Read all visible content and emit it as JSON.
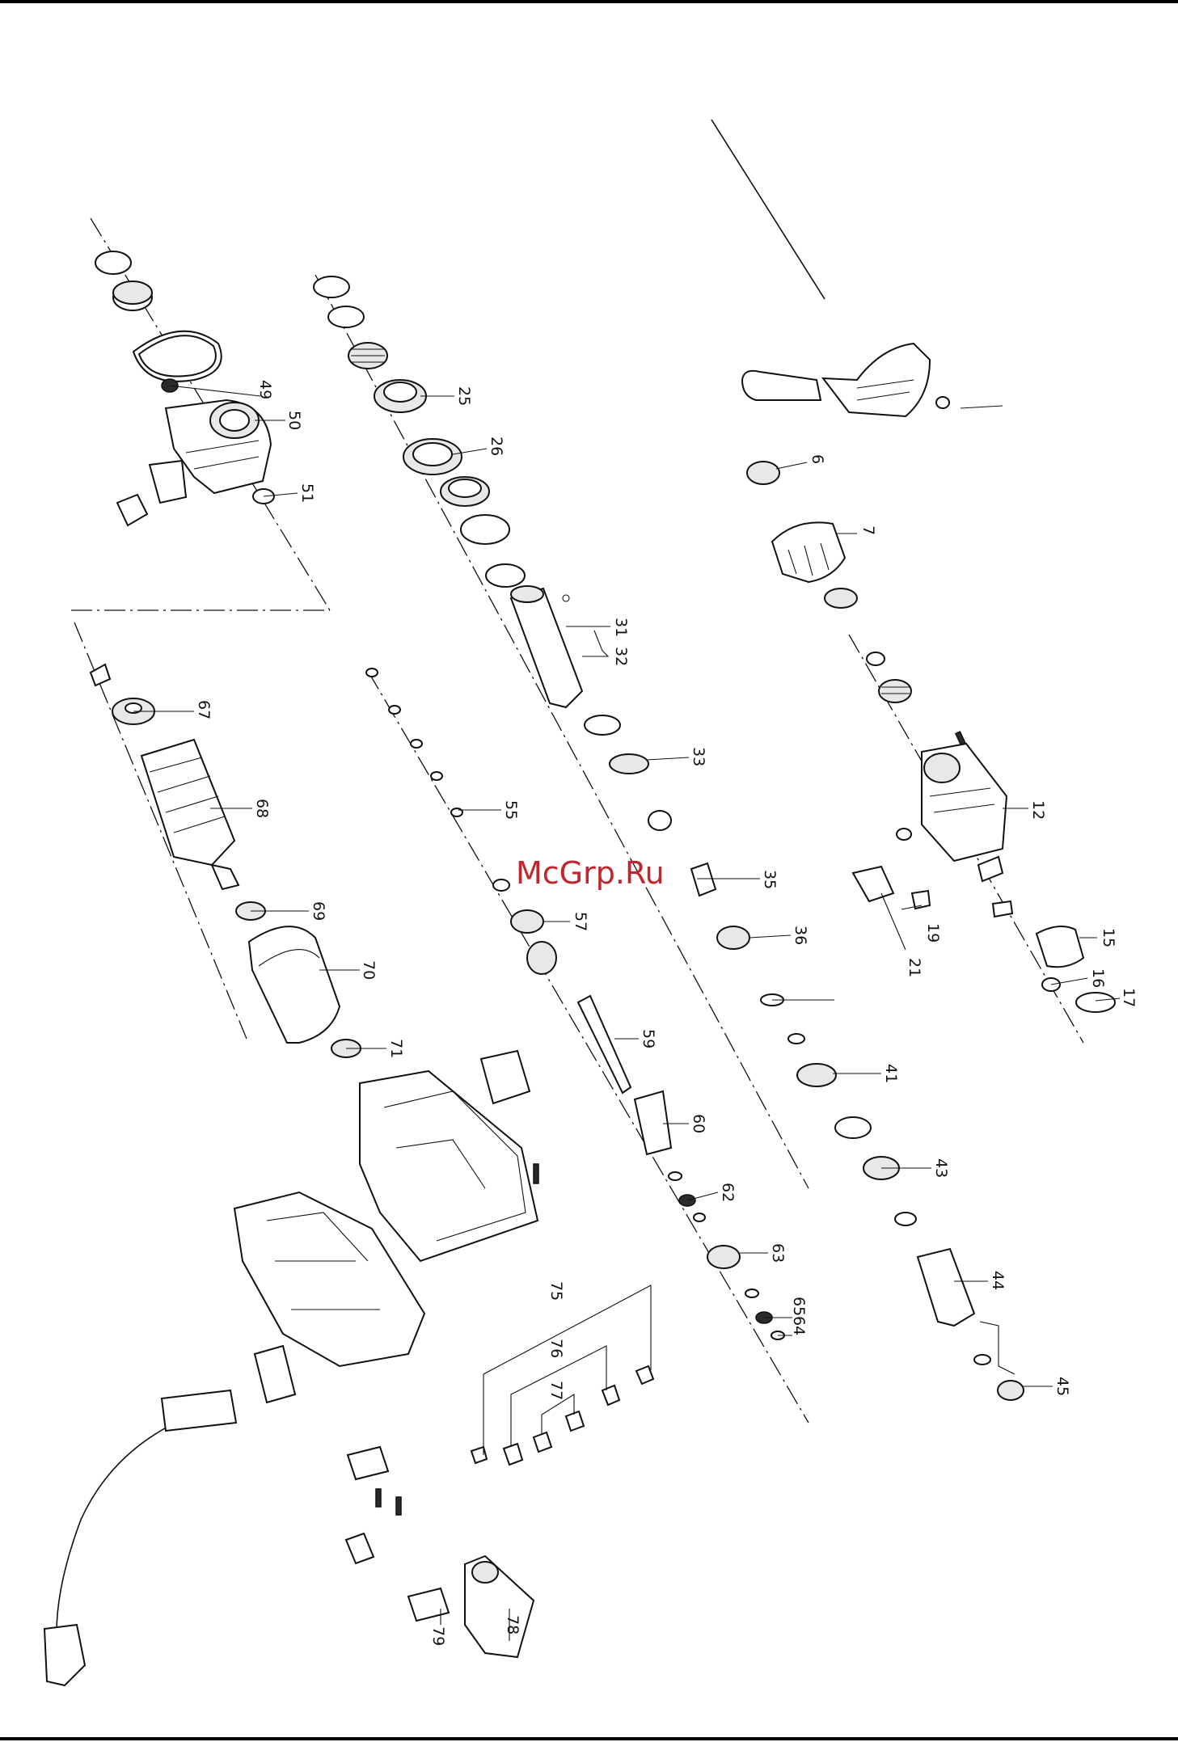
{
  "watermark": "McGrp.Ru",
  "callouts": [
    {
      "id": "c6",
      "text": "6"
    },
    {
      "id": "c7",
      "text": "7"
    },
    {
      "id": "c12",
      "text": "12"
    },
    {
      "id": "c15",
      "text": "15"
    },
    {
      "id": "c16",
      "text": "16"
    },
    {
      "id": "c17",
      "text": "17"
    },
    {
      "id": "c19",
      "text": "19"
    },
    {
      "id": "c21",
      "text": "21"
    },
    {
      "id": "c25",
      "text": "25"
    },
    {
      "id": "c26",
      "text": "26"
    },
    {
      "id": "c31",
      "text": "31"
    },
    {
      "id": "c32",
      "text": "32"
    },
    {
      "id": "c33",
      "text": "33"
    },
    {
      "id": "c35",
      "text": "35"
    },
    {
      "id": "c36",
      "text": "36"
    },
    {
      "id": "c41",
      "text": "41"
    },
    {
      "id": "c43",
      "text": "43"
    },
    {
      "id": "c44",
      "text": "44"
    },
    {
      "id": "c45",
      "text": "45"
    },
    {
      "id": "c49",
      "text": "49"
    },
    {
      "id": "c50",
      "text": "50"
    },
    {
      "id": "c51",
      "text": "51"
    },
    {
      "id": "c55",
      "text": "55"
    },
    {
      "id": "c57",
      "text": "57"
    },
    {
      "id": "c59",
      "text": "59"
    },
    {
      "id": "c60",
      "text": "60"
    },
    {
      "id": "c62",
      "text": "62"
    },
    {
      "id": "c63",
      "text": "63"
    },
    {
      "id": "c64",
      "text": "64"
    },
    {
      "id": "c65",
      "text": "65"
    },
    {
      "id": "c67",
      "text": "67"
    },
    {
      "id": "c68",
      "text": "68"
    },
    {
      "id": "c69",
      "text": "69"
    },
    {
      "id": "c70",
      "text": "70"
    },
    {
      "id": "c71",
      "text": "71"
    },
    {
      "id": "c75",
      "text": "75"
    },
    {
      "id": "c76",
      "text": "76"
    },
    {
      "id": "c77",
      "text": "77"
    },
    {
      "id": "c78",
      "text": "78"
    },
    {
      "id": "c79",
      "text": "79"
    }
  ]
}
